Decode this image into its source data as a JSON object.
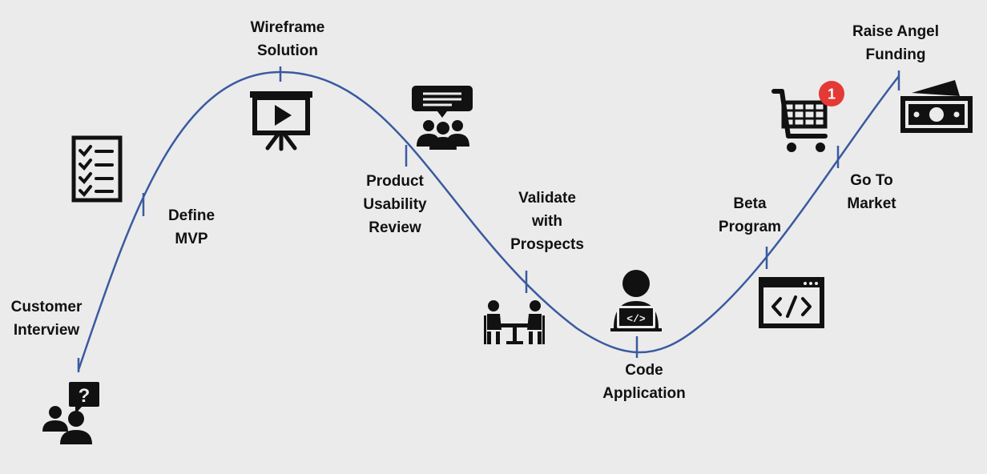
{
  "diagram": {
    "curve_color": "#3a5aa0",
    "icon_color": "#111111",
    "badge_color": "#e53935",
    "steps": [
      {
        "id": "customer-interview",
        "lines": [
          "Customer",
          "Interview"
        ],
        "icon": "customer-question-icon"
      },
      {
        "id": "define-mvp",
        "lines": [
          "Define",
          "MVP"
        ],
        "icon": "checklist-icon"
      },
      {
        "id": "wireframe-solution",
        "lines": [
          "Wireframe",
          "Solution"
        ],
        "icon": "presentation-board-icon"
      },
      {
        "id": "product-usability-review",
        "lines": [
          "Product",
          "Usability",
          "Review"
        ],
        "icon": "group-discussion-icon"
      },
      {
        "id": "validate-with-prospects",
        "lines": [
          "Validate",
          "with",
          "Prospects"
        ],
        "icon": "meeting-table-icon"
      },
      {
        "id": "code-application",
        "lines": [
          "Code",
          "Application"
        ],
        "icon": "developer-laptop-icon"
      },
      {
        "id": "beta-program",
        "lines": [
          "Beta",
          "Program"
        ],
        "icon": "code-window-icon"
      },
      {
        "id": "go-to-market",
        "lines": [
          "Go To",
          "Market"
        ],
        "icon": "shopping-cart-icon"
      },
      {
        "id": "raise-angel-funding",
        "lines": [
          "Raise Angel",
          "Funding"
        ],
        "icon": "money-icon"
      }
    ],
    "cart_badge": "1"
  }
}
